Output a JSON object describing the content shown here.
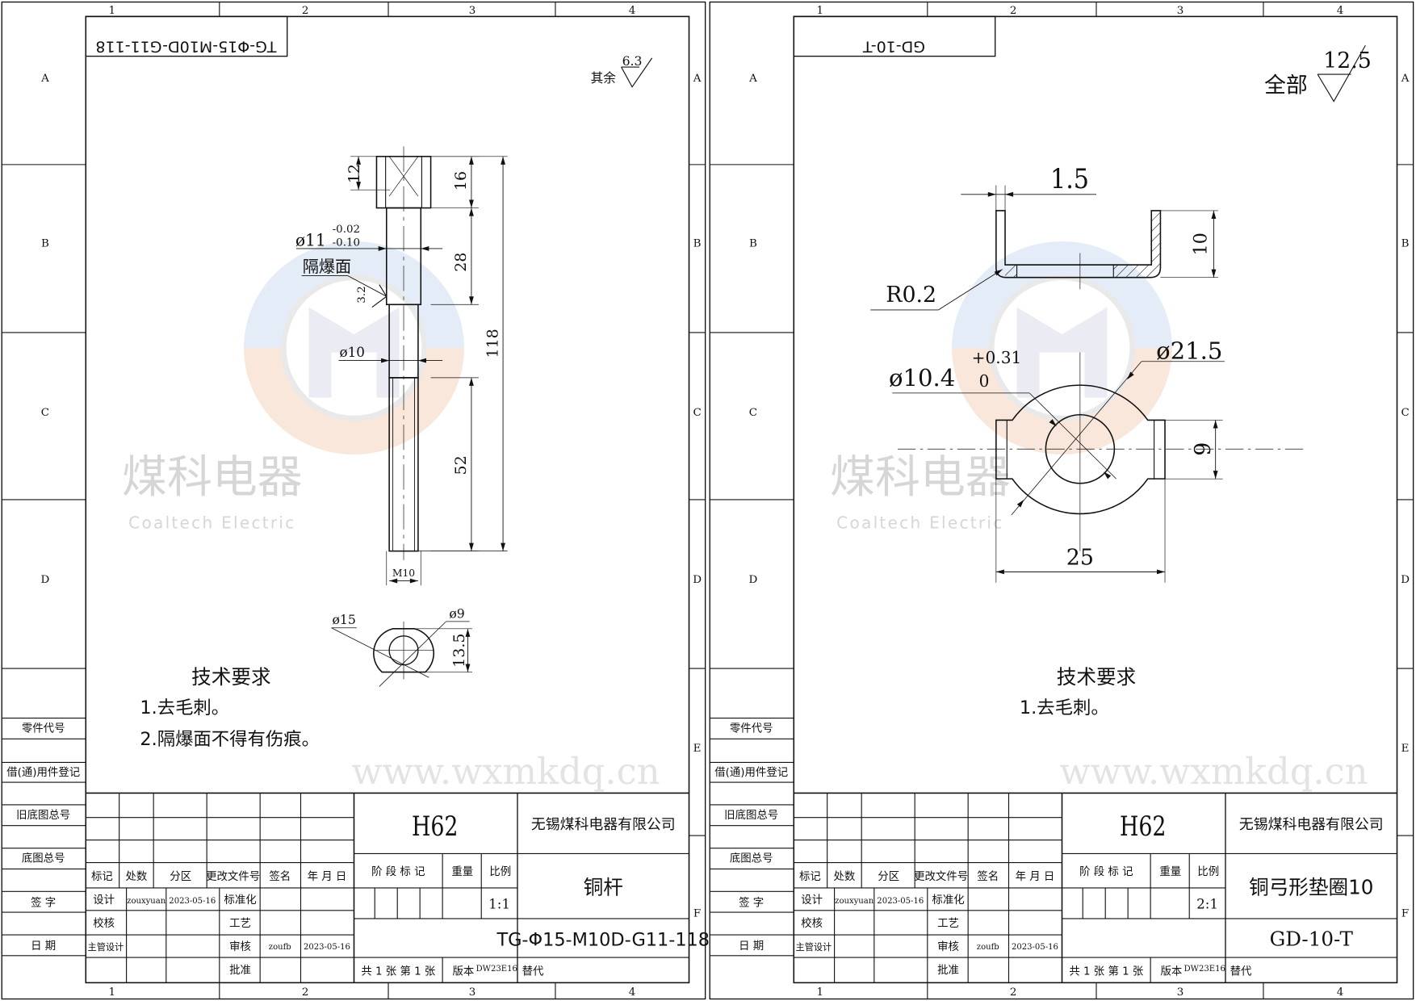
{
  "zone_columns": [
    "1",
    "2",
    "3",
    "4"
  ],
  "zone_rows": [
    "A",
    "B",
    "C",
    "D",
    "E",
    "F"
  ],
  "side_labels": [
    "零件代号",
    "借(通)用件登记",
    "旧底图总号",
    "底图总号",
    "签 字",
    "日 期"
  ],
  "watermark": {
    "brand_cn": "煤科电器",
    "brand_en": "Coaltech Electric",
    "url": "www.wxmkdq.cn"
  },
  "headers": {
    "mark": "标记",
    "count": "处数",
    "zone": "分区",
    "change_doc": "更改文件号",
    "sign": "签名",
    "date": "年 月 日",
    "design": "设计",
    "check": "校核",
    "chief": "主管设计",
    "standard": "标准化",
    "process": "工艺",
    "review": "审核",
    "approve": "批准",
    "stage": "阶 段 标 记",
    "weight": "重量",
    "scale": "比例",
    "sheets": "共 1 张  第 1 张",
    "version_label": "版本",
    "replace": "替代"
  },
  "sheets": [
    {
      "drawing_no": "TG-Φ15-M10D-G11-118",
      "part_name": "铜杆",
      "material": "H62",
      "company": "无锡煤科电器有限公司",
      "scale": "1:1",
      "version": "DW23E16",
      "designer": "zouxyuan",
      "design_date": "2023-05-16",
      "reviewer": "zoufb",
      "review_date": "2023-05-16",
      "roughness_label": "其余",
      "roughness_value": "6.3",
      "tech_title": "技术要求",
      "tech_items": [
        "1.去毛刺。",
        "2.隔爆面不得有伤痕。"
      ],
      "dims": {
        "d12": "12",
        "d16": "16",
        "d28": "28",
        "d52": "52",
        "d118": "118",
        "dia11": "ø11",
        "tol_upper": "-0.02",
        "tol_lower": "-0.10",
        "flame_face": "隔爆面",
        "ra": "3.2",
        "dia10": "ø10",
        "thread": "M10",
        "dia15": "ø15",
        "dia9": "ø9",
        "d13_5": "13.5"
      }
    },
    {
      "drawing_no": "GD-10-T",
      "part_name": "铜弓形垫圈10",
      "material": "H62",
      "company": "无锡煤科电器有限公司",
      "scale": "2:1",
      "version": "DW23E16",
      "designer": "zouxyuan",
      "design_date": "2023-05-16",
      "reviewer": "zoufb",
      "review_date": "2023-05-16",
      "roughness_label": "全部",
      "roughness_value": "12.5",
      "tech_title": "技术要求",
      "tech_items": [
        "1.去毛刺。"
      ],
      "dims": {
        "thick": "1.5",
        "h10": "10",
        "r02": "R0.2",
        "dia21_5": "ø21.5",
        "dia10_4": "ø10.4",
        "tol_upper": "+0.31",
        "tol_lower": "0",
        "w9": "9",
        "w25": "25"
      }
    }
  ]
}
